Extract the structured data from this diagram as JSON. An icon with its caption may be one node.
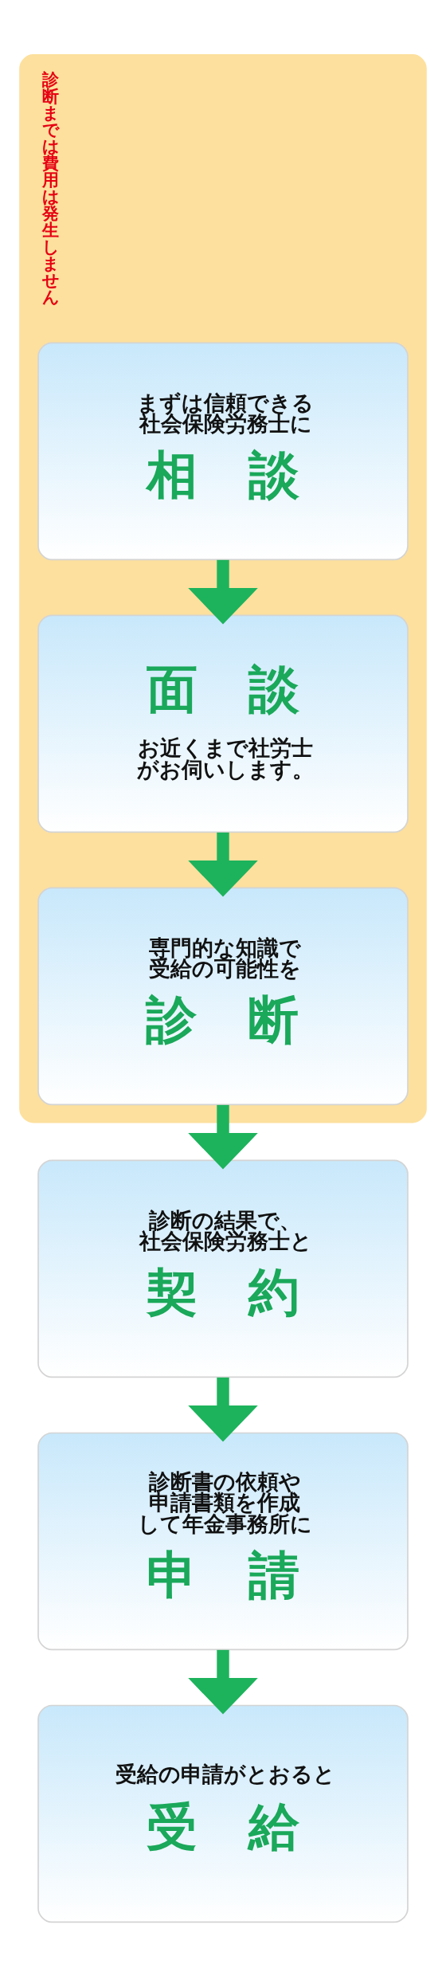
{
  "diagram": {
    "nodes": [
      {
        "text": [
          "診断までは費用は発生しません"
        ]
      },
      {
        "text": [
          "まずは信頼できる社会保険労務士に",
          "相　談"
        ],
        "in": 0
      },
      {
        "text": [
          "面　談",
          "お近くまで社労士がお伺いします。"
        ],
        "in": 0
      },
      {
        "text": [
          "専門的な知識で受給の可能性を",
          "診　断"
        ],
        "in": 0
      },
      {
        "text": [
          "診断の結果で、社会保険労務士と",
          "契　約"
        ]
      },
      {
        "text": [
          "診断書の依頼や申請書類を作成して年金事務所に",
          "申　請"
        ]
      },
      {
        "text": [
          "受給の申請がとおると",
          "受　給"
        ]
      }
    ],
    "edges": [
      {
        "from": 1,
        "to": 2,
        "arrow": "to"
      },
      {
        "from": 2,
        "to": 3,
        "arrow": "to"
      },
      {
        "from": 3,
        "to": 4,
        "arrow": "to"
      },
      {
        "from": 4,
        "to": 5,
        "arrow": "to"
      },
      {
        "from": 5,
        "to": 6,
        "arrow": "to"
      }
    ]
  }
}
